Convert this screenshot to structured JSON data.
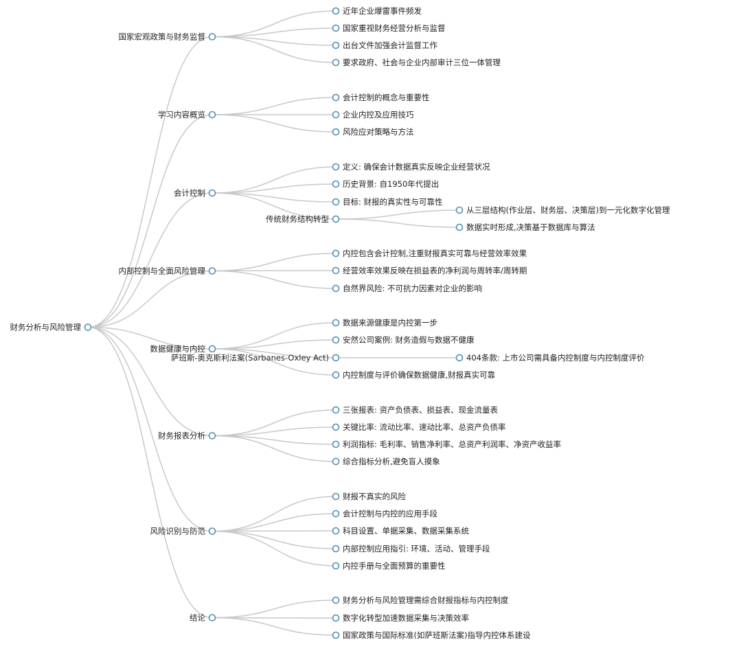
{
  "root": {
    "label": "财务分析与风险管理",
    "children": [
      {
        "label": "国家宏观政策与财务监督",
        "children": [
          {
            "label": "近年企业爆雷事件频发"
          },
          {
            "label": "国家重视财务经营分析与监督"
          },
          {
            "label": "出台文件加强会计监督工作"
          },
          {
            "label": "要求政府、社会与企业内部审计三位一体管理"
          }
        ]
      },
      {
        "label": "学习内容概览",
        "children": [
          {
            "label": "会计控制的概念与重要性"
          },
          {
            "label": "企业内控及应用技巧"
          },
          {
            "label": "风险应对策略与方法"
          }
        ]
      },
      {
        "label": "会计控制",
        "children": [
          {
            "label": "定义: 确保会计数据真实反映企业经营状况"
          },
          {
            "label": "历史背景: 自1950年代提出"
          },
          {
            "label": "目标: 财报的真实性与可靠性"
          },
          {
            "label": "传统财务结构转型",
            "children": [
              {
                "label": "从三层结构(作业层、财务层、决策层)到一元化数字化管理"
              },
              {
                "label": "数据实时形成,决策基于数据库与算法"
              }
            ]
          }
        ]
      },
      {
        "label": "内部控制与全面风险管理",
        "children": [
          {
            "label": "内控包含会计控制,注重财报真实可靠与经营效率效果"
          },
          {
            "label": "经营效率效果反映在损益表的净利润与周转率/周转期"
          },
          {
            "label": "自然界风险: 不可抗力因素对企业的影响"
          }
        ]
      },
      {
        "label": "数据健康与内控",
        "children": [
          {
            "label": "数据来源健康是内控第一步"
          },
          {
            "label": "安然公司案例: 财务造假与数据不健康"
          },
          {
            "label": "萨班斯-奥克斯利法案(Sarbanes-Oxley Act)",
            "children": [
              {
                "label": "404条款: 上市公司需具备内控制度与内控制度评价"
              }
            ]
          },
          {
            "label": "内控制度与评价确保数据健康,财报真实可靠"
          }
        ]
      },
      {
        "label": "财务报表分析",
        "children": [
          {
            "label": "三张报表: 资产负债表、损益表、现金流量表"
          },
          {
            "label": "关键比率: 流动比率、速动比率、总资产负债率"
          },
          {
            "label": "利润指标: 毛利率、销售净利率、总资产利润率、净资产收益率"
          },
          {
            "label": "综合指标分析,避免盲人摸象"
          }
        ]
      },
      {
        "label": "风险识别与防范",
        "children": [
          {
            "label": "财报不真实的风险"
          },
          {
            "label": "会计控制与内控的应用手段"
          },
          {
            "label": "科目设置、单据采集、数据采集系统"
          },
          {
            "label": "内部控制应用指引: 环境、活动、管理手段"
          },
          {
            "label": "内控手册与全面预算的重要性"
          }
        ]
      },
      {
        "label": "结论",
        "children": [
          {
            "label": "财务分析与风险管理需综合财报指标与内控制度"
          },
          {
            "label": "数字化转型加速数据采集与决策效率"
          },
          {
            "label": "国家政策与国际标准(如萨班斯法案)指导内控体系建设"
          }
        ]
      }
    ]
  }
}
